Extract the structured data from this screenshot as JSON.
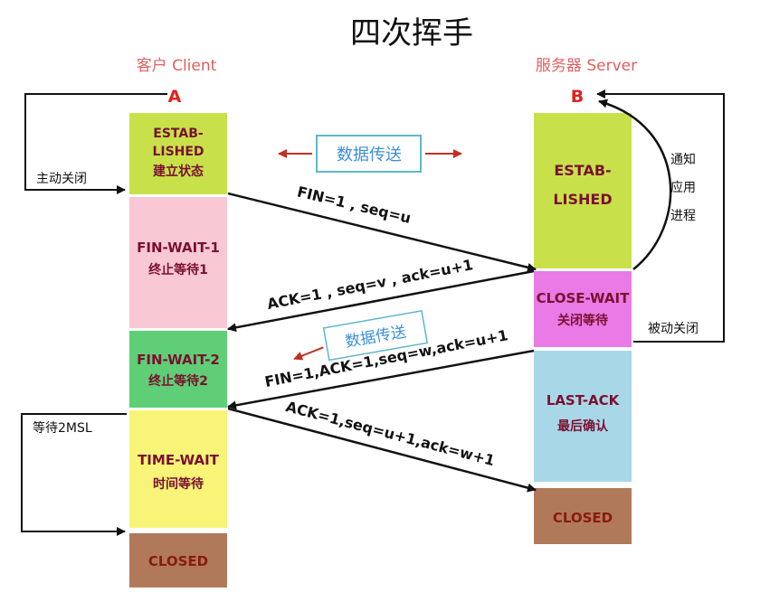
{
  "title": "四次挥手",
  "client": {
    "label": "客户 Client",
    "letter": "A"
  },
  "server": {
    "label": "服务器 Server",
    "letter": "B"
  },
  "client_states": [
    {
      "lines": [
        "ESTAB-",
        "LISHED",
        "建立状态"
      ],
      "color": "#c8e14a"
    },
    {
      "lines": [
        "FIN-WAIT-1",
        "终止等待1"
      ],
      "color": "#f8c8d4"
    },
    {
      "lines": [
        "FIN-WAIT-2",
        "终止等待2"
      ],
      "color": "#5fce76"
    },
    {
      "lines": [
        "TIME-WAIT",
        "时间等待"
      ],
      "color": "#f8f477"
    },
    {
      "lines": [
        "CLOSED"
      ],
      "color": "#b07a5a"
    }
  ],
  "server_states": [
    {
      "lines": [
        "ESTAB-",
        "LISHED"
      ],
      "color": "#c8e14a"
    },
    {
      "lines": [
        "CLOSE-WAIT",
        "关闭等待"
      ],
      "color": "#e97ae6"
    },
    {
      "lines": [
        "LAST-ACK",
        "最后确认"
      ],
      "color": "#a8d8e8"
    },
    {
      "lines": [
        "CLOSED"
      ],
      "color": "#b07a5a"
    }
  ],
  "messages": {
    "fin1": "FIN=1 , seq=u",
    "ack1": "ACK=1 , seq=v , ack=u+1",
    "fin2": "FIN=1,ACK=1,seq=w,ack=u+1",
    "ack2": "ACK=1,seq=u+1,ack=w+1"
  },
  "data_transfer": "数据传送",
  "notes": {
    "active_close": "主动关闭",
    "passive_close": "被动关闭",
    "wait_2msl": "等待2MSL",
    "notify_app": [
      "通知",
      "应用",
      "进程"
    ]
  },
  "colors": {
    "letter": "#e02020",
    "endpoint_label": "#e06060",
    "state_text": "#7a1030",
    "closed_text": "#8a1a10",
    "arrow": "#111111",
    "data_arrow": "#c03020",
    "data_text": "#3b8fd8",
    "data_box": "#5fb8c8"
  }
}
